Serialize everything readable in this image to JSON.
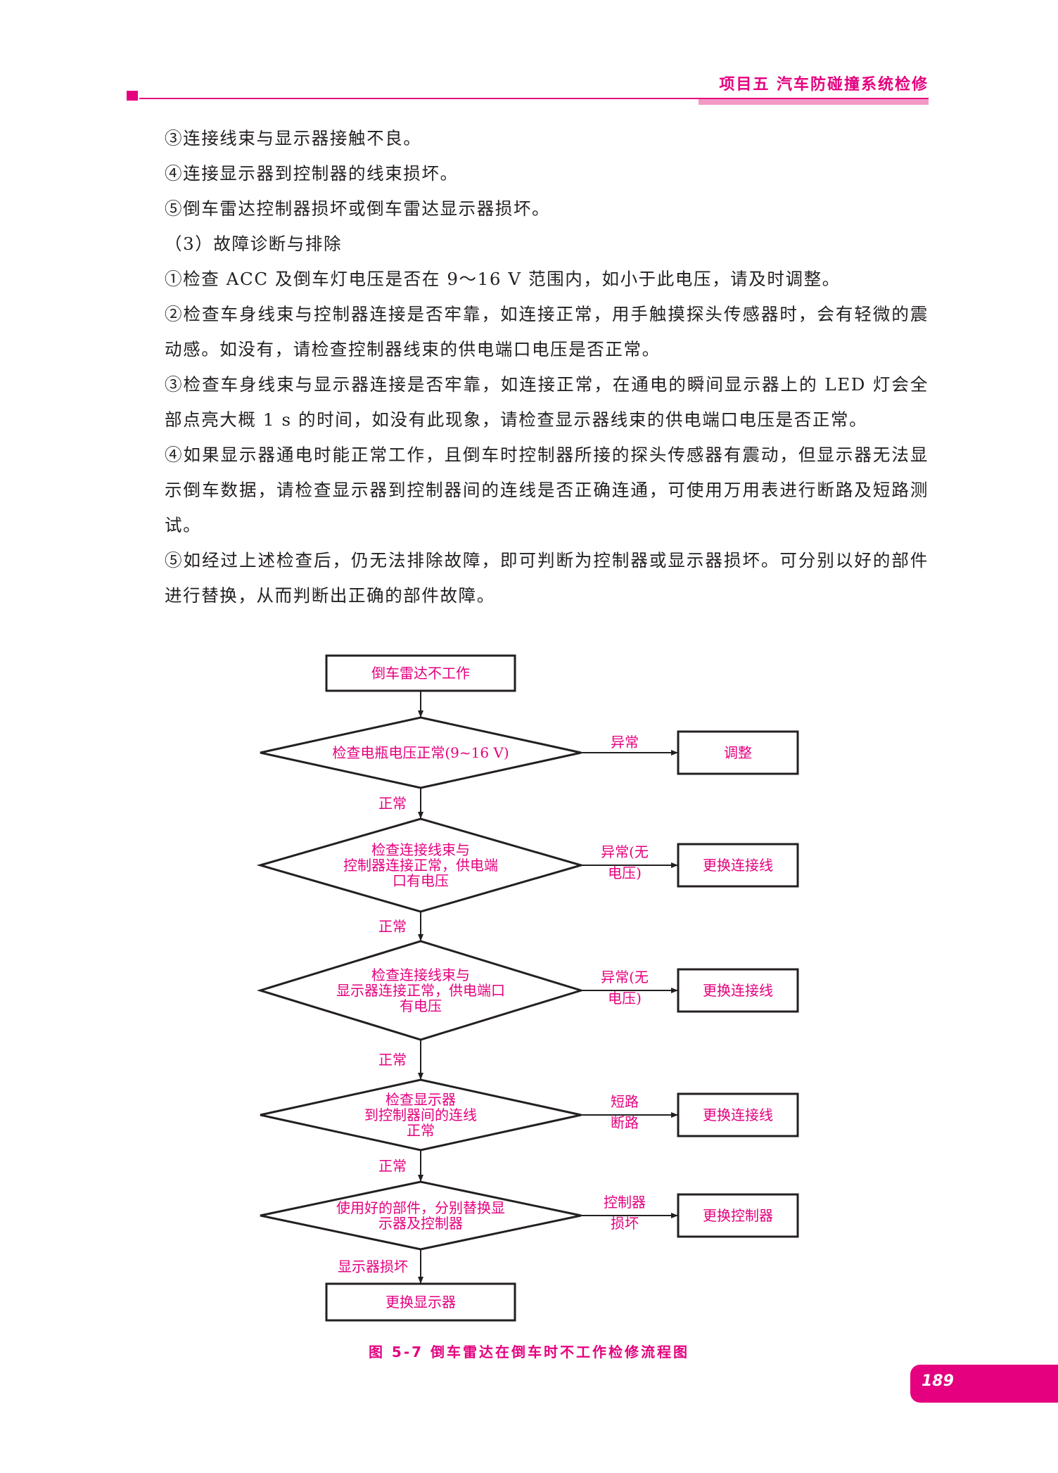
{
  "header": {
    "title": "项目五  汽车防碰撞系统检修"
  },
  "paragraphs": [
    "③连接线束与显示器接触不良。",
    "④连接显示器到控制器的线束损坏。",
    "⑤倒车雷达控制器损坏或倒车雷达显示器损坏。",
    "（3）故障诊断与排除",
    "①检查 ACC 及倒车灯电压是否在 9～16 V 范围内，如小于此电压，请及时调整。",
    "②检查车身线束与控制器连接是否牢靠，如连接正常，用手触摸探头传感器时，会有轻微的震动感。如没有，请检查控制器线束的供电端口电压是否正常。",
    "③检查车身线束与显示器连接是否牢靠，如连接正常，在通电的瞬间显示器上的 LED 灯会全部点亮大概 1 s 的时间，如没有此现象，请检查显示器线束的供电端口电压是否正常。",
    "④如果显示器通电时能正常工作，且倒车时控制器所接的探头传感器有震动，但显示器无法显示倒车数据，请检查显示器到控制器间的连线是否正确连通，可使用万用表进行断路及短路测试。",
    "⑤如经过上述检查后，仍无法排除故障，即可判断为控制器或显示器损坏。可分别以好的部件进行替换，从而判断出正确的部件故障。"
  ],
  "flowchart": {
    "start": "倒车雷达不工作",
    "decisions": [
      {
        "lines": [
          "检查电瓶电压正常(9~16 V)"
        ],
        "fail_label": [
          "异常"
        ],
        "action": "调整"
      },
      {
        "lines": [
          "检查连接线束与",
          "控制器连接正常，供电端",
          "口有电压"
        ],
        "fail_label": [
          "异常(无",
          "电压)"
        ],
        "action": "更换连接线"
      },
      {
        "lines": [
          "检查连接线束与",
          "显示器连接正常，供电端口",
          "有电压"
        ],
        "fail_label": [
          "异常(无",
          "电压)"
        ],
        "action": "更换连接线"
      },
      {
        "lines": [
          "检查显示器",
          "到控制器间的连线",
          "正常"
        ],
        "fail_label": [
          "短路",
          "断路"
        ],
        "action": "更换连接线"
      },
      {
        "lines": [
          "使用好的部件，分别替换显",
          "示器及控制器"
        ],
        "fail_label": [
          "控制器",
          "损坏"
        ],
        "action": "更换控制器"
      }
    ],
    "ok_label": "正常",
    "last_label": "显示器损坏",
    "end": "更换显示器",
    "color": "#e4007f"
  },
  "caption": "图 5-7   倒车雷达在倒车时不工作检修流程图",
  "page_number": "189"
}
